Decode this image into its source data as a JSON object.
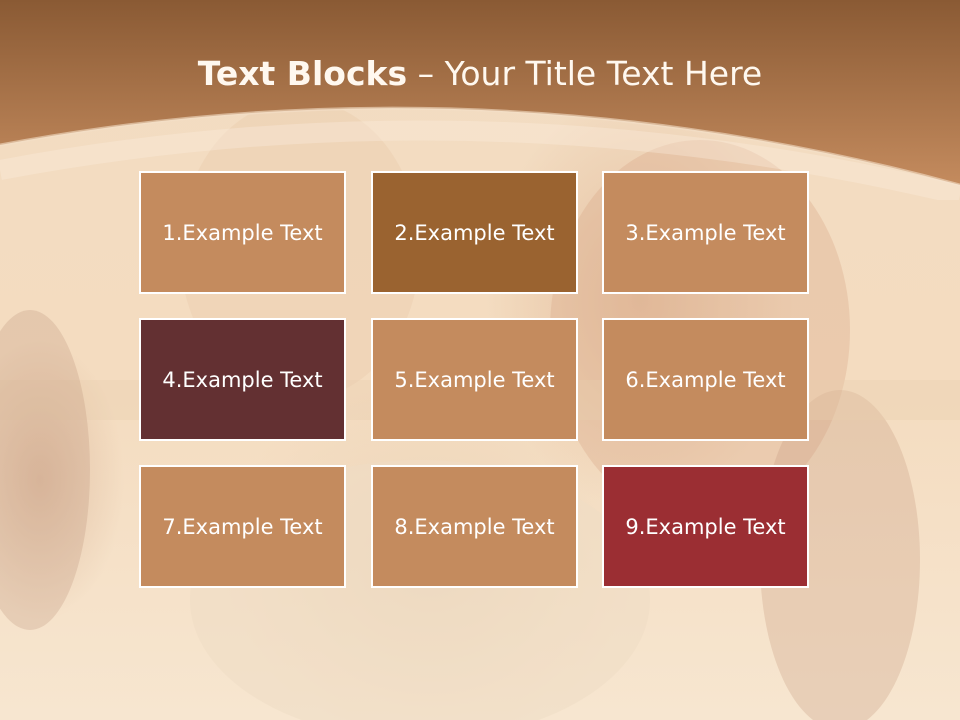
{
  "title": {
    "bold_part": "Text Blocks",
    "dash": " – ",
    "regular_part": "Your Title Text Here"
  },
  "tiles": [
    {
      "label": "1.Example Text",
      "color": "#c48b5e"
    },
    {
      "label": "2.Example Text",
      "color": "#9a6330"
    },
    {
      "label": "3.Example Text",
      "color": "#c48b5e"
    },
    {
      "label": "4.Example Text",
      "color": "#633032"
    },
    {
      "label": "5.Example Text",
      "color": "#c48b5e"
    },
    {
      "label": "6.Example Text",
      "color": "#c48b5e"
    },
    {
      "label": "7.Example Text",
      "color": "#c48b5e"
    },
    {
      "label": "8.Example Text",
      "color": "#c48b5e"
    },
    {
      "label": "9.Example Text",
      "color": "#9b2e33"
    }
  ],
  "colors": {
    "header_top": "#8a5a34",
    "header_bottom": "#c48b5e",
    "title_text": "#fff8ef"
  }
}
